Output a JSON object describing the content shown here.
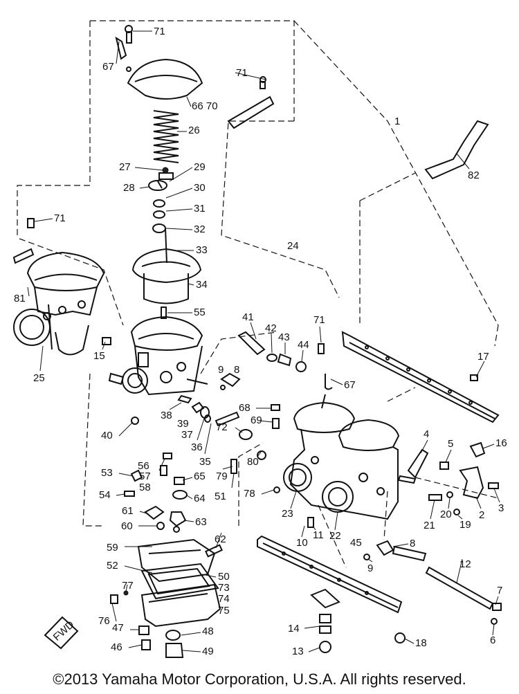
{
  "footer": {
    "copyright": "©2013 Yamaha Motor Corporation, U.S.A. All rights reserved."
  },
  "badge": {
    "fwd": "FWD"
  },
  "callouts": [
    {
      "id": "c71a",
      "text": "71"
    },
    {
      "id": "c67a",
      "text": "67"
    },
    {
      "id": "c6670",
      "text": "66 70"
    },
    {
      "id": "c71b",
      "text": "71"
    },
    {
      "id": "c1",
      "text": "1"
    },
    {
      "id": "c26",
      "text": "26"
    },
    {
      "id": "c82",
      "text": "82"
    },
    {
      "id": "c27",
      "text": "27"
    },
    {
      "id": "c29",
      "text": "29"
    },
    {
      "id": "c28",
      "text": "28"
    },
    {
      "id": "c30",
      "text": "30"
    },
    {
      "id": "c31",
      "text": "31"
    },
    {
      "id": "c71c",
      "text": "71"
    },
    {
      "id": "c32",
      "text": "32"
    },
    {
      "id": "c33",
      "text": "33"
    },
    {
      "id": "c24",
      "text": "24"
    },
    {
      "id": "c34",
      "text": "34"
    },
    {
      "id": "c81",
      "text": "81"
    },
    {
      "id": "c55",
      "text": "55"
    },
    {
      "id": "c41",
      "text": "41"
    },
    {
      "id": "c71d",
      "text": "71"
    },
    {
      "id": "c42",
      "text": "42"
    },
    {
      "id": "c43",
      "text": "43"
    },
    {
      "id": "c44",
      "text": "44"
    },
    {
      "id": "c15",
      "text": "15"
    },
    {
      "id": "c25",
      "text": "25"
    },
    {
      "id": "c9a",
      "text": "9"
    },
    {
      "id": "c8a",
      "text": "8"
    },
    {
      "id": "c17",
      "text": "17"
    },
    {
      "id": "c67b",
      "text": "67"
    },
    {
      "id": "c68",
      "text": "68"
    },
    {
      "id": "c38",
      "text": "38"
    },
    {
      "id": "c39",
      "text": "39"
    },
    {
      "id": "c69",
      "text": "69"
    },
    {
      "id": "c40",
      "text": "40"
    },
    {
      "id": "c37",
      "text": "37"
    },
    {
      "id": "c72",
      "text": "72"
    },
    {
      "id": "c36",
      "text": "36"
    },
    {
      "id": "c4",
      "text": "4"
    },
    {
      "id": "c5",
      "text": "5"
    },
    {
      "id": "c16",
      "text": "16"
    },
    {
      "id": "c35",
      "text": "35"
    },
    {
      "id": "c80",
      "text": "80"
    },
    {
      "id": "c56",
      "text": "56"
    },
    {
      "id": "c53",
      "text": "53"
    },
    {
      "id": "c57",
      "text": "57"
    },
    {
      "id": "c65",
      "text": "65"
    },
    {
      "id": "c79",
      "text": "79"
    },
    {
      "id": "c58",
      "text": "58"
    },
    {
      "id": "c54",
      "text": "54"
    },
    {
      "id": "c64",
      "text": "64"
    },
    {
      "id": "c51",
      "text": "51"
    },
    {
      "id": "c78",
      "text": "78"
    },
    {
      "id": "c3",
      "text": "3"
    },
    {
      "id": "c2",
      "text": "2"
    },
    {
      "id": "c61",
      "text": "61"
    },
    {
      "id": "c63",
      "text": "63"
    },
    {
      "id": "c23",
      "text": "23"
    },
    {
      "id": "c20",
      "text": "20"
    },
    {
      "id": "c21",
      "text": "21"
    },
    {
      "id": "c60",
      "text": "60"
    },
    {
      "id": "c19",
      "text": "19"
    },
    {
      "id": "c11",
      "text": "11"
    },
    {
      "id": "c22",
      "text": "22"
    },
    {
      "id": "c10",
      "text": "10"
    },
    {
      "id": "c62",
      "text": "62"
    },
    {
      "id": "c45",
      "text": "45"
    },
    {
      "id": "c59",
      "text": "59"
    },
    {
      "id": "c8b",
      "text": "8"
    },
    {
      "id": "c9b",
      "text": "9"
    },
    {
      "id": "c52",
      "text": "52"
    },
    {
      "id": "c12",
      "text": "12"
    },
    {
      "id": "c50",
      "text": "50"
    },
    {
      "id": "c73",
      "text": "73"
    },
    {
      "id": "c77",
      "text": "77"
    },
    {
      "id": "c74",
      "text": "74"
    },
    {
      "id": "c75",
      "text": "75"
    },
    {
      "id": "c7",
      "text": "7"
    },
    {
      "id": "c76",
      "text": "76"
    },
    {
      "id": "c47",
      "text": "47"
    },
    {
      "id": "c48",
      "text": "48"
    },
    {
      "id": "c14",
      "text": "14"
    },
    {
      "id": "c6",
      "text": "6"
    },
    {
      "id": "c46",
      "text": "46"
    },
    {
      "id": "c18",
      "text": "18"
    },
    {
      "id": "c49",
      "text": "49"
    },
    {
      "id": "c13",
      "text": "13"
    }
  ]
}
